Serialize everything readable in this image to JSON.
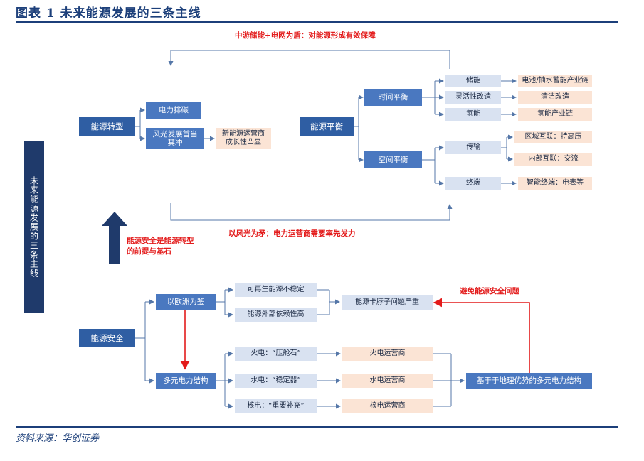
{
  "figure": {
    "title": "图表 1 未来能源发展的三条主线",
    "source": "资料来源：华创证券"
  },
  "side_label": "未来能源发展的三条主线",
  "annotations": {
    "top": "中游储能+电网为盾：对能源形成有效保障",
    "middle": "以风光为矛：电力运营商需要率先发力",
    "security_premise": "能源安全是能源转型的前提与基石",
    "avoid_security": "避免能源安全问题"
  },
  "transition": {
    "root": "能源转型",
    "children": [
      "电力排碳",
      "风光发展首当其冲"
    ],
    "result": "新能源运营商成长性凸显"
  },
  "balance": {
    "root": "能源平衡",
    "time": {
      "label": "时间平衡",
      "items": [
        {
          "name": "储能",
          "result": "电池/抽水蓄能产业链"
        },
        {
          "name": "灵活性改造",
          "result": "清洁改造"
        },
        {
          "name": "氢能",
          "result": "氢能产业链"
        }
      ]
    },
    "space": {
      "label": "空间平衡",
      "transmission": {
        "name": "传输",
        "results": [
          "区域互联：特高压",
          "内部互联：交流"
        ]
      },
      "terminal": {
        "name": "终端",
        "result": "智能终端：电表等"
      }
    }
  },
  "security": {
    "root": "能源安全",
    "europe": {
      "label": "以欧洲为鉴",
      "items": [
        "可再生能源不稳定",
        "能源外部依赖性高"
      ],
      "result": "能源卡脖子问题严重"
    },
    "multi": {
      "label": "多元电力结构",
      "items": [
        {
          "name": "火电：“压舱石”",
          "operator": "火电运营商"
        },
        {
          "name": "水电：“稳定器”",
          "operator": "水电运营商"
        },
        {
          "name": "核电：“重要补充”",
          "operator": "核电运营商"
        }
      ],
      "result": "基于于地理优势的多元电力结构"
    }
  },
  "colors": {
    "dark_box": "#2f5ea3",
    "mid_box": "#4a78c0",
    "light_box": "#d9e2f1",
    "peach_box": "#fbe4d5",
    "accent_red": "#e31b1b",
    "navy": "#1f3a6b"
  }
}
